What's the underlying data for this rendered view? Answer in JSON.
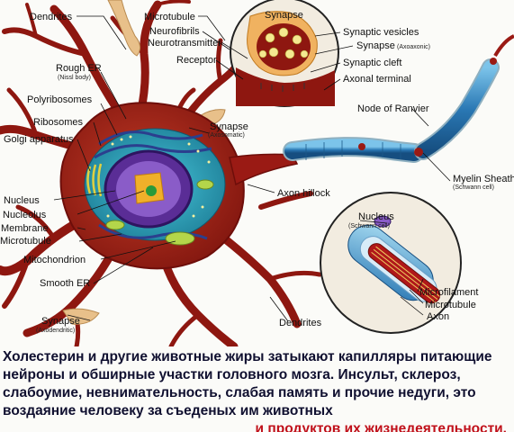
{
  "labels": {
    "dendrites_top": "Dendrites",
    "microtubule_top": "Microtubule",
    "neurofibrils": "Neurofibrils",
    "neurotransmitter": "Neurotransmitter",
    "receptor": "Receptor",
    "synapse_inset": "Synapse",
    "synaptic_vesicles": "Synaptic vesicles",
    "synapse_axoaxonic": "Synapse",
    "synapse_axoaxonic_sub": "(Axoaxonic)",
    "synaptic_cleft": "Synaptic cleft",
    "axonal_terminal": "Axonal terminal",
    "rough_er": "Rough ER",
    "rough_er_sub": "(Nissl body)",
    "polyribosomes": "Polyribosomes",
    "ribosomes": "Ribosomes",
    "golgi": "Golgi apparatus",
    "node_of_ranvier": "Node of Ranvier",
    "synapse_axosomatic": "Synapse",
    "synapse_axosomatic_sub": "(Axosomatic)",
    "myelin_sheath": "Myelin Sheath",
    "myelin_sheath_sub": "(Schwann cell)",
    "axon_hillock": "Axon hillock",
    "nucleus_schwann": "Nucleus",
    "nucleus_schwann_sub": "(Schwann cell)",
    "nucleus": "Nucleus",
    "nucleolus": "Nucleolus",
    "membrane": "Membrane",
    "microtubule_left": "Microtubule",
    "mitochondrion": "Mitochondrion",
    "smooth_er": "Smooth ER",
    "microfilament": "Microfilament",
    "microtubule_inset": "Microtubule",
    "axon": "Axon",
    "synapse_axodendritic": "Synapse",
    "synapse_axodendritic_sub": "(Axodendritic)",
    "dendrites_bottom": "Dendrites"
  },
  "caption": {
    "line1": "Холестерин и другие животные жиры затыкают капилляры питающие",
    "line2": "нейроны и обширные участки головного мозга. Инсульт, склероз,",
    "line3": "слабоумие, невнимательность, слабая память и прочие недуги, это",
    "line4": "воздаяние  человеку  за съеденых им животных",
    "line5": "и продуктов их жизнедеятельности."
  },
  "colors": {
    "neuron_body": "#9a1a14",
    "neuron_edge": "#6e0e0a",
    "cytoplasm": "#2aa0b8",
    "nucleus": "#4a2a8a",
    "nucleolus": "#e8a020",
    "myelin": "#2a7ab8",
    "caption_text": "#101030",
    "caption_accent": "#c0101a"
  }
}
